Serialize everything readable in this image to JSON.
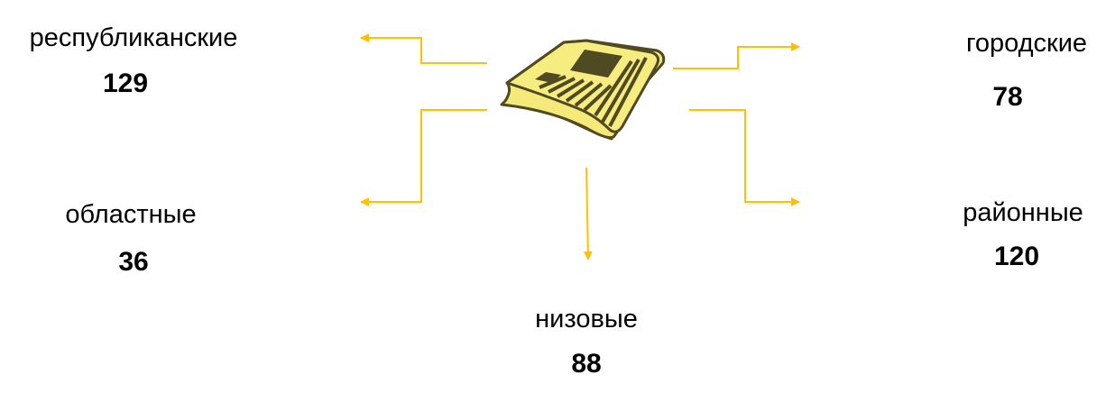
{
  "colors": {
    "arrow": "#FFC000",
    "paper": "#F5E97A",
    "ink": "#4F4A22"
  },
  "center_icon": "newspaper-icon",
  "categories": [
    {
      "id": "republican",
      "label": "республиканские",
      "count": "129"
    },
    {
      "id": "city",
      "label": "городские",
      "count": "78"
    },
    {
      "id": "regional",
      "label": "областные",
      "count": "36"
    },
    {
      "id": "district",
      "label": "районные",
      "count": "120"
    },
    {
      "id": "local",
      "label": "низовые",
      "count": "88"
    }
  ]
}
